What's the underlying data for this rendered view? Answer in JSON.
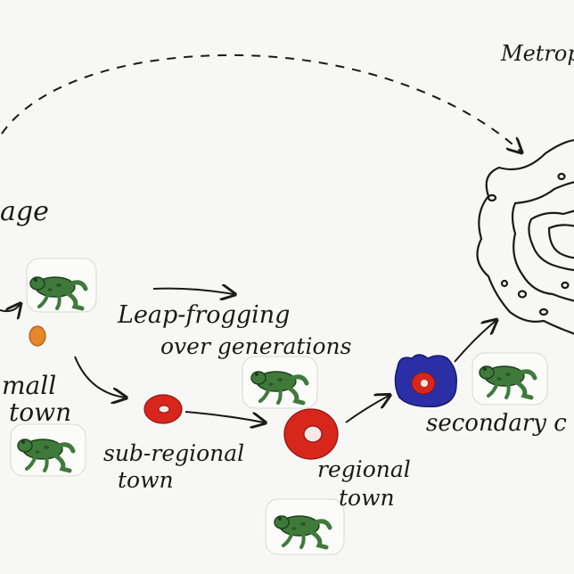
{
  "labels": {
    "village": "age",
    "small_town_line1": "mall",
    "small_town_line2": "town",
    "sub_regional_line1": "sub-regional",
    "sub_regional_line2": "town",
    "regional_line1": "regional",
    "regional_line2": "town",
    "secondary": "secondary c",
    "metropolis": "Metrop",
    "leap_line1": "Leap-frogging",
    "leap_line2": "over generations"
  },
  "colors": {
    "ink": "#1a1a1a",
    "frog_green": "#3f7a3a",
    "frog_dark": "#1f3d1c",
    "small_town": "#e8872a",
    "sub_regional": "#d9261c",
    "regional": "#d9261c",
    "secondary_outer": "#2b2fa6",
    "secondary_inner": "#d9261c"
  },
  "icons": [
    "frog-icon",
    "dashed-arrow-icon",
    "arrow-icon"
  ]
}
